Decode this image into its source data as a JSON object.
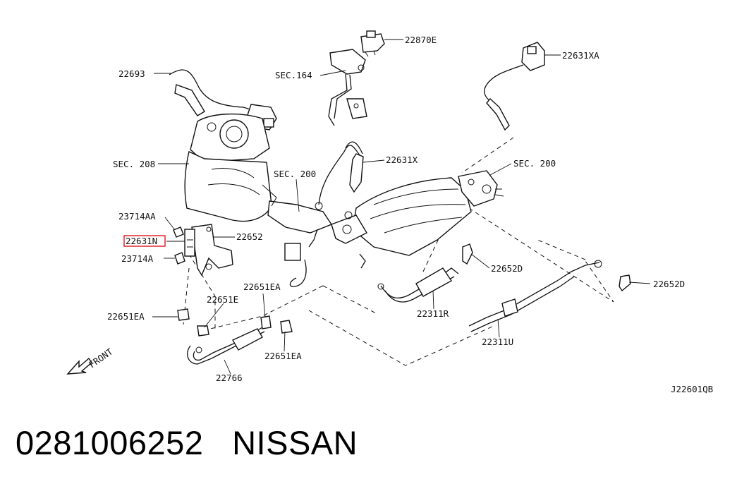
{
  "diagram": {
    "code": "J22601QB",
    "front_label": "FRONT",
    "highlight_color": "#e0141e",
    "labels": {
      "p22870E": "22870E",
      "p22631XA": "22631XA",
      "p22693": "22693",
      "sec164": "SEC.164",
      "sec208": "SEC. 208",
      "p22631X": "22631X",
      "sec200a": "SEC. 200",
      "sec200b": "SEC. 200",
      "p23714AA": "23714AA",
      "p22631N": "22631N",
      "p22652": "22652",
      "p23714A": "23714A",
      "p22652Da": "22652D",
      "p22652Db": "22652D",
      "p22651EAa": "22651EA",
      "p22651E": "22651E",
      "p22651EAb": "22651EA",
      "p22651EAc": "22651EA",
      "p22311R": "22311R",
      "p22311U": "22311U",
      "p22766": "22766"
    }
  },
  "caption": {
    "part_number": "0281006252",
    "brand": "NISSAN"
  }
}
